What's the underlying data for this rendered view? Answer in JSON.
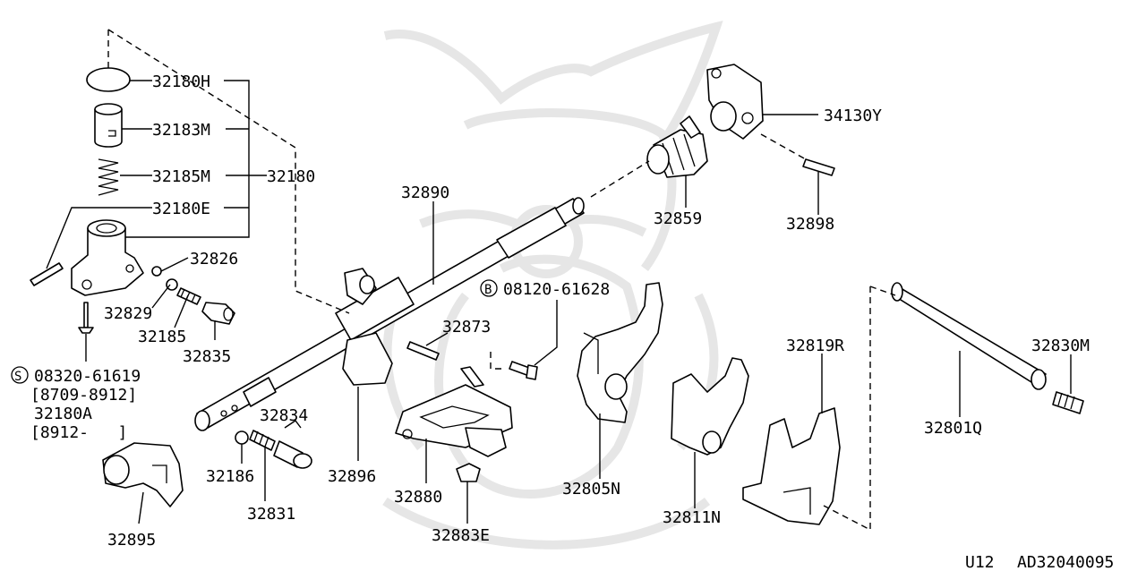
{
  "diagram": {
    "labels": {
      "p32180H": "32180H",
      "p32183M": "32183M",
      "p32185M": "32185M",
      "p32180": "32180",
      "p32180E": "32180E",
      "p32826": "32826",
      "p32829": "32829",
      "p32185": "32185",
      "p32835": "32835",
      "bolt_s_circle": "S",
      "bolt_s_number": "08320-61619",
      "bolt_s_range1": "[8709-8912]",
      "bolt_s_alt": "32180A",
      "bolt_s_range2": "[8912-   ]",
      "p32895": "32895",
      "p32186": "32186",
      "p32831": "32831",
      "p32834": "32834",
      "p32896": "32896",
      "p32890": "32890",
      "p32873": "32873",
      "bolt_b_circle": "B",
      "bolt_b_number": "08120-61628",
      "p32880": "32880",
      "p32883E": "32883E",
      "p32805N": "32805N",
      "p32859": "32859",
      "p34130Y": "34130Y",
      "p32898": "32898",
      "p32819R": "32819R",
      "p32811N": "32811N",
      "p32801Q": "32801Q",
      "p32830M": "32830M"
    },
    "footer": {
      "model": "U12",
      "code": "AD32040095"
    }
  }
}
